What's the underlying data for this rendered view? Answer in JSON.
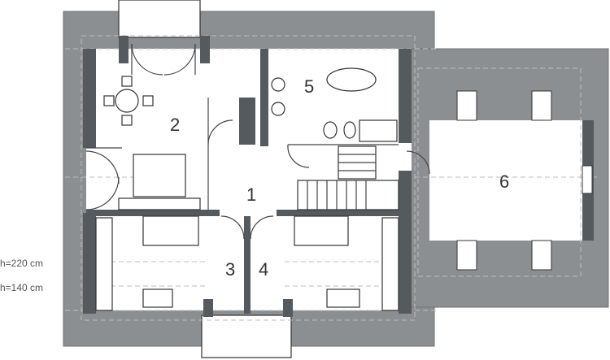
{
  "rooms": [
    "1",
    "2",
    "3",
    "4",
    "5",
    "6"
  ],
  "annotations": {
    "height_high": "h=220 cm",
    "height_low": "h=140 cm"
  },
  "colors": {
    "roof": "#8c8f91",
    "wall": "#555a5e",
    "floor": "#ffffff"
  }
}
